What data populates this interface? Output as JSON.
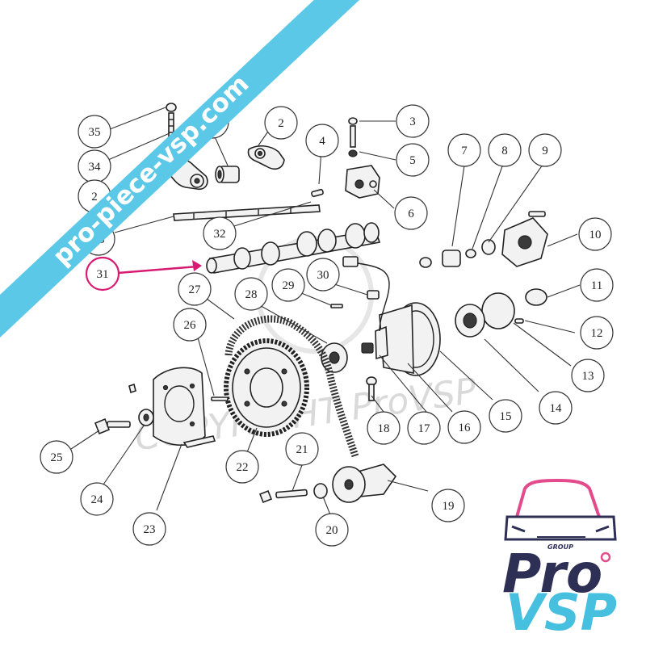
{
  "banner": {
    "text": "pro-piece-vsp.com",
    "color": "#5bc8e8"
  },
  "watermark": {
    "text": "COPYRIGHT ProVSP"
  },
  "logo": {
    "group": "GROUP",
    "pro": "Pro",
    "vsp": "VSP",
    "car_color": "#e34b8c",
    "dark_color": "#2e2f55",
    "light_color": "#47c0e0"
  },
  "highlight": {
    "label": "31",
    "color": "#d81b72"
  },
  "callouts": {
    "c1": "1",
    "c2a": "2",
    "c2b": "2",
    "c3": "3",
    "c4": "4",
    "c5": "5",
    "c6": "6",
    "c7": "7",
    "c8": "8",
    "c9": "9",
    "c10": "10",
    "c11": "11",
    "c12": "12",
    "c13": "13",
    "c14": "14",
    "c15": "15",
    "c16": "16",
    "c17": "17",
    "c18": "18",
    "c19": "19",
    "c20": "20",
    "c21": "21",
    "c22": "22",
    "c23": "23",
    "c24": "24",
    "c25": "25",
    "c26": "26",
    "c27": "27",
    "c28": "28",
    "c29": "29",
    "c30": "30",
    "c32": "32",
    "c33": "33",
    "c34": "34",
    "c35": "35"
  }
}
